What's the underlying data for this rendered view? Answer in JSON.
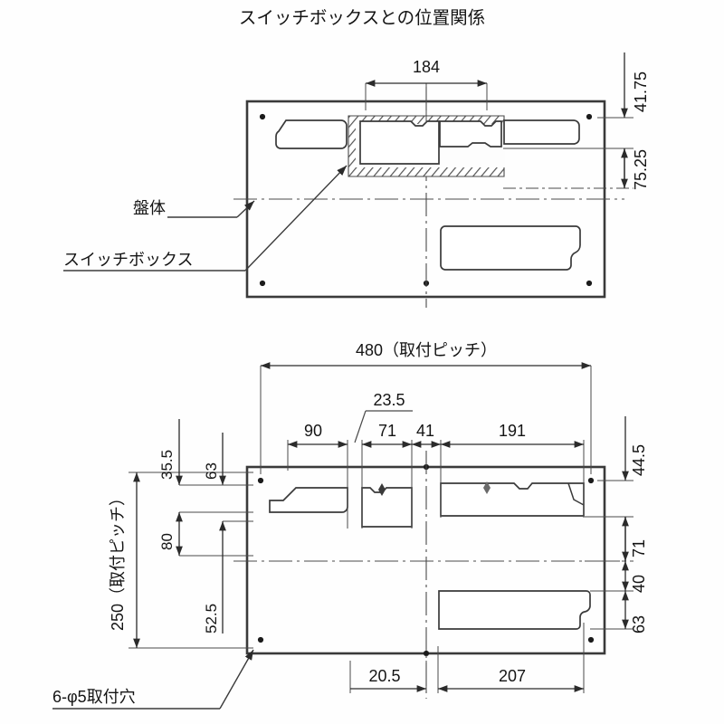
{
  "document": {
    "title": "スイッチボックスとの位置関係",
    "type": "mechanical-dimension-drawing",
    "units": "mm"
  },
  "top_view": {
    "name": "スイッチボックスとの位置関係",
    "labels": {
      "panel_body": "盤体",
      "switch_box": "スイッチボックス"
    },
    "dimensions": {
      "top_width": "184",
      "right_upper": "41.75",
      "right_lower": "75.25"
    }
  },
  "bottom_view": {
    "dimensions": {
      "overall_width": "480（取付ピッチ）",
      "overall_height": "250（取付ピッチ）",
      "chain_top": [
        "90",
        "23.5",
        "71",
        "41",
        "191"
      ],
      "left_upper": "35.5",
      "left_inner": "63",
      "left_mid": "80",
      "left_low": "52.5",
      "right_top": "44.5",
      "right_a": "71",
      "right_b": "40",
      "right_c": "63",
      "bottom_left": "20.5",
      "bottom_right": "207"
    },
    "labels": {
      "mounting_holes": "6-φ5取付穴"
    }
  },
  "chart_data": {
    "type": "table",
    "title": "スイッチボックスとの位置関係",
    "categories": [
      "184",
      "41.75",
      "75.25",
      "480",
      "250",
      "90",
      "23.5",
      "71",
      "41",
      "191",
      "35.5",
      "63",
      "80",
      "52.5",
      "44.5",
      "40",
      "20.5",
      "207"
    ],
    "values": [
      184,
      41.75,
      75.25,
      480,
      250,
      90,
      23.5,
      71,
      41,
      191,
      35.5,
      63,
      80,
      52.5,
      44.5,
      40,
      20.5,
      207
    ],
    "xlabel": "dimension",
    "ylabel": "mm"
  },
  "style": {
    "line": "#3a3a3a",
    "thin": "#555555",
    "text": "#141414"
  }
}
